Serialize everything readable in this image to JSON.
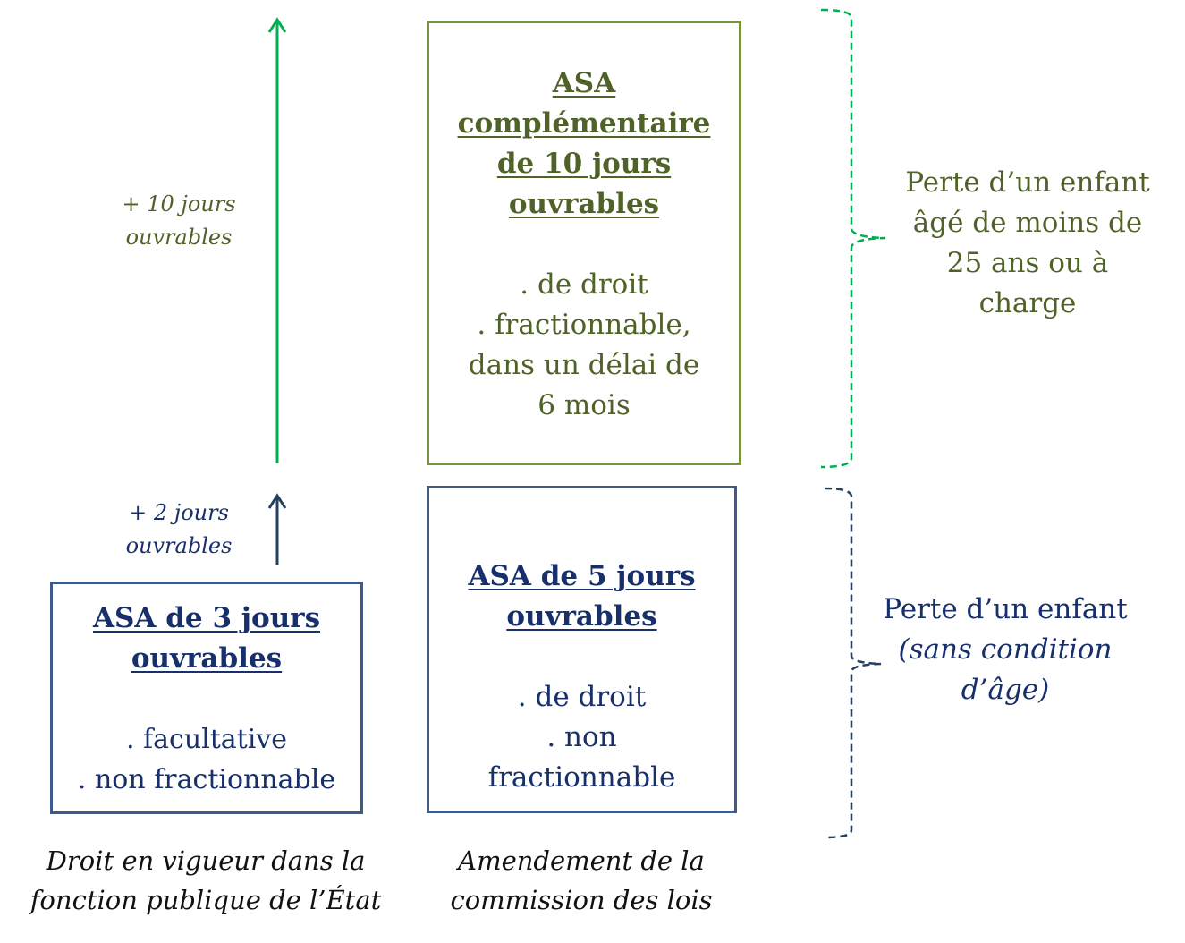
{
  "colors": {
    "green_text": "#4f6228",
    "green_border": "#77933c",
    "green_arrow": "#00b050",
    "navy_text": "#17306b",
    "navy_border": "#3d5a8a",
    "navy_arrow": "#243f60"
  },
  "arrows": {
    "top_label": [
      "+ 10 jours",
      "ouvrables"
    ],
    "bottom_label": [
      "+ 2 jours",
      "ouvrables"
    ]
  },
  "boxes": {
    "complementary": {
      "title": [
        "ASA",
        "complémentaire",
        "de 10 jours",
        "ouvrables"
      ],
      "items": [
        ". de droit",
        ". fractionnable,",
        "dans un délai de",
        "6 mois"
      ]
    },
    "five_days": {
      "title": [
        "ASA de 5 jours",
        "ouvrables"
      ],
      "items": [
        ". de droit",
        ". non",
        "fractionnable"
      ]
    },
    "three_days": {
      "title": [
        "ASA de 3 jours",
        "ouvrables"
      ],
      "items": [
        ". facultative",
        ". non fractionnable"
      ]
    }
  },
  "braces": {
    "top": [
      "Perte d’un enfant",
      "âgé de moins de",
      "25 ans ou à",
      "charge"
    ],
    "bottom": {
      "line1": "Perte d’un enfant",
      "line2": "(sans condition",
      "line3": "d’âge)"
    }
  },
  "captions": {
    "left": [
      "Droit en vigueur dans la",
      "fonction publique de l’État"
    ],
    "middle": [
      "Amendement de la",
      "commission des lois"
    ]
  }
}
